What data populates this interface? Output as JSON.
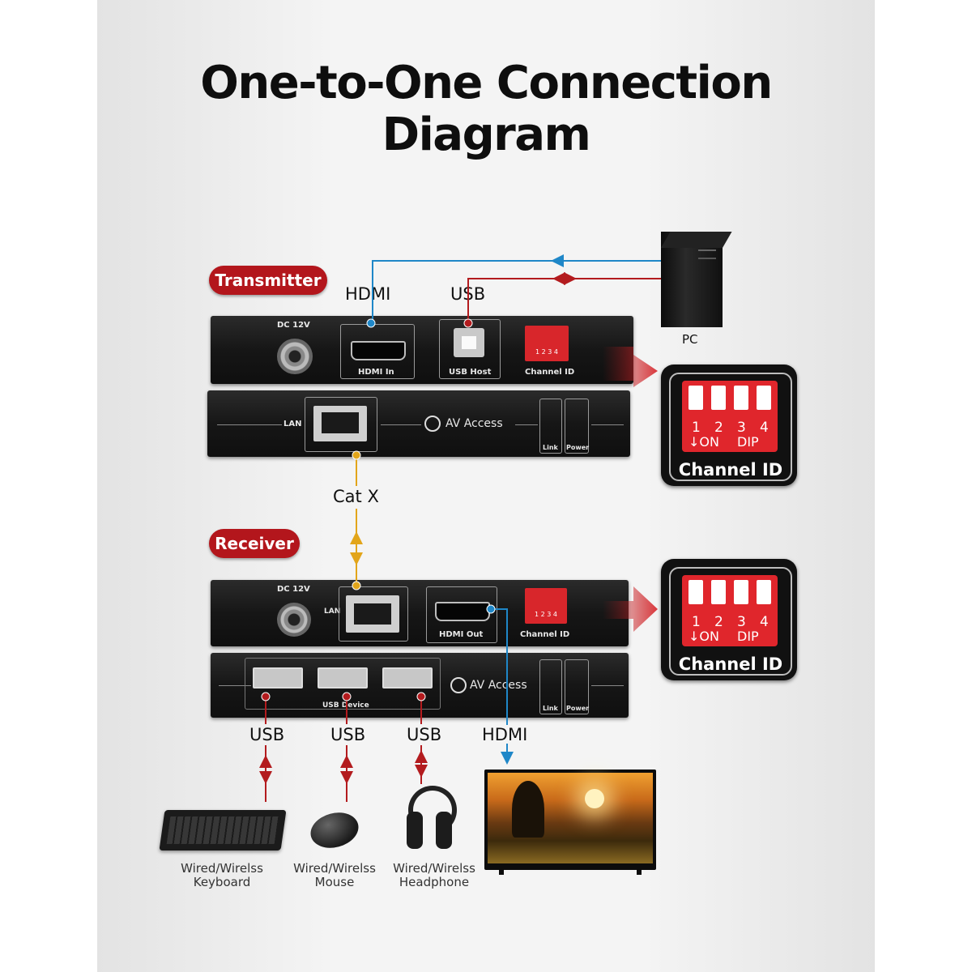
{
  "title": {
    "line1": "One-to-One Connection",
    "line2": "Diagram"
  },
  "transmitter": {
    "badge": "Transmitter",
    "top_labels": {
      "dc": "DC 12V",
      "hdmi_in": "HDMI In",
      "usb_host": "USB Host",
      "channel_id": "Channel ID",
      "dip_nums": "1 2 3 4",
      "dip_on": "ON  DIP"
    },
    "bottom_labels": {
      "lan": "LAN",
      "brand": "AV Access",
      "link": "Link",
      "power": "Power"
    }
  },
  "receiver": {
    "badge": "Receiver",
    "top_labels": {
      "dc": "DC 12V",
      "lan": "LAN",
      "hdmi_out": "HDMI Out",
      "channel_id": "Channel ID",
      "dip_nums": "1 2 3 4",
      "dip_on": "ON  DIP"
    },
    "bottom_labels": {
      "usb_device": "USB Device",
      "brand": "AV Access",
      "link": "Link",
      "power": "Power"
    }
  },
  "connections": {
    "tx_hdmi": "HDMI",
    "tx_usb": "USB",
    "cat": "Cat X",
    "rx_usb1": "USB",
    "rx_usb2": "USB",
    "rx_usb3": "USB",
    "rx_hdmi": "HDMI"
  },
  "pc_label": "PC",
  "zoom": {
    "label": "Channel ID",
    "nums": [
      "1",
      "2",
      "3",
      "4"
    ],
    "on": "↓ON",
    "dip": "DIP"
  },
  "devices": {
    "keyboard": {
      "line1": "Wired/Wirelss",
      "line2": "Keyboard"
    },
    "mouse": {
      "line1": "Wired/Wirelss",
      "line2": "Mouse"
    },
    "headphone": {
      "line1": "Wired/Wirelss",
      "line2": "Headphone"
    }
  },
  "colors": {
    "hdmi_line": "#1f87c8",
    "usb_line": "#b31b1e",
    "cat_line": "#e2a51a",
    "badge": "#b3161c"
  }
}
